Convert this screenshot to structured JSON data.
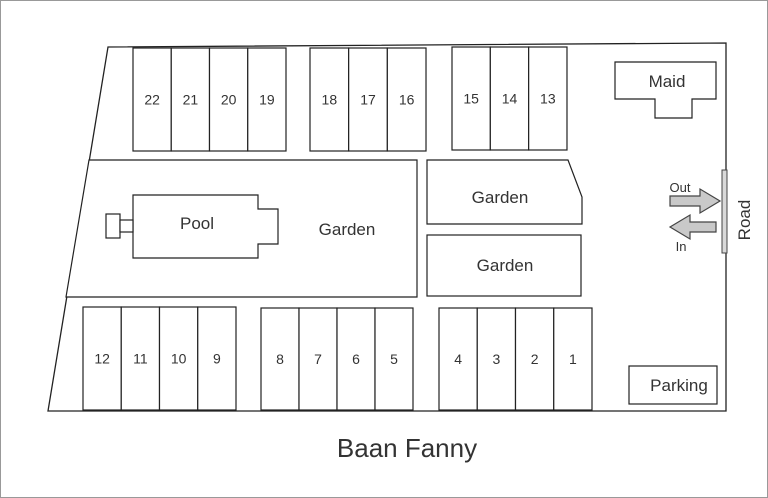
{
  "title": "Baan Fanny",
  "units": {
    "top_group_1": [
      "22",
      "21",
      "20",
      "19"
    ],
    "top_group_2": [
      "18",
      "17",
      "16"
    ],
    "top_group_3": [
      "15",
      "14",
      "13"
    ],
    "bottom_group_1": [
      "12",
      "11",
      "10",
      "9"
    ],
    "bottom_group_2": [
      "8",
      "7",
      "6",
      "5"
    ],
    "bottom_group_3": [
      "4",
      "3",
      "2",
      "1"
    ]
  },
  "areas": {
    "pool": "Pool",
    "garden_main": "Garden",
    "garden_upper": "Garden",
    "garden_lower": "Garden",
    "maid": "Maid",
    "parking": "Parking"
  },
  "traffic": {
    "out_label": "Out",
    "in_label": "In",
    "road_label": "Road"
  }
}
